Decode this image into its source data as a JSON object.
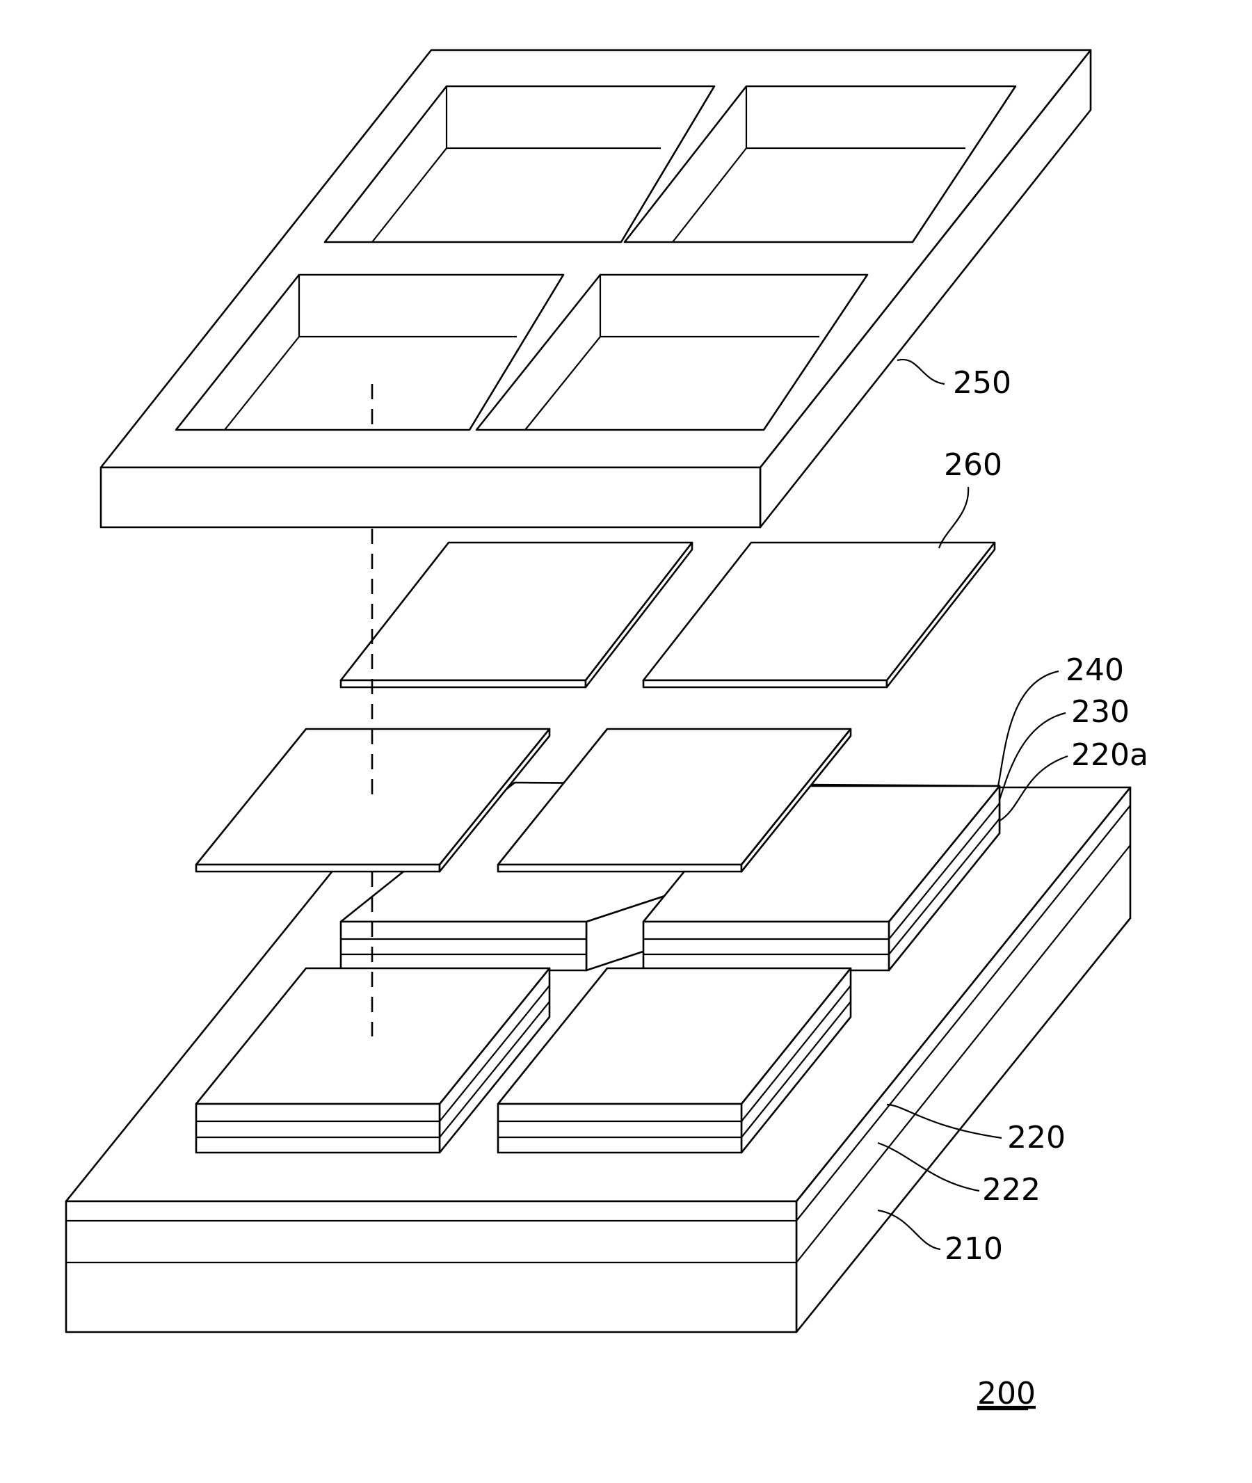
{
  "figure": {
    "reference_label": "200",
    "parts": [
      {
        "id": "frame",
        "label": "250"
      },
      {
        "id": "top-plates",
        "label": "260"
      },
      {
        "id": "layer-240",
        "label": "240"
      },
      {
        "id": "layer-230",
        "label": "230"
      },
      {
        "id": "layer-220a",
        "label": "220a"
      },
      {
        "id": "layer-220",
        "label": "220"
      },
      {
        "id": "layer-222",
        "label": "222"
      },
      {
        "id": "substrate",
        "label": "210"
      }
    ]
  }
}
